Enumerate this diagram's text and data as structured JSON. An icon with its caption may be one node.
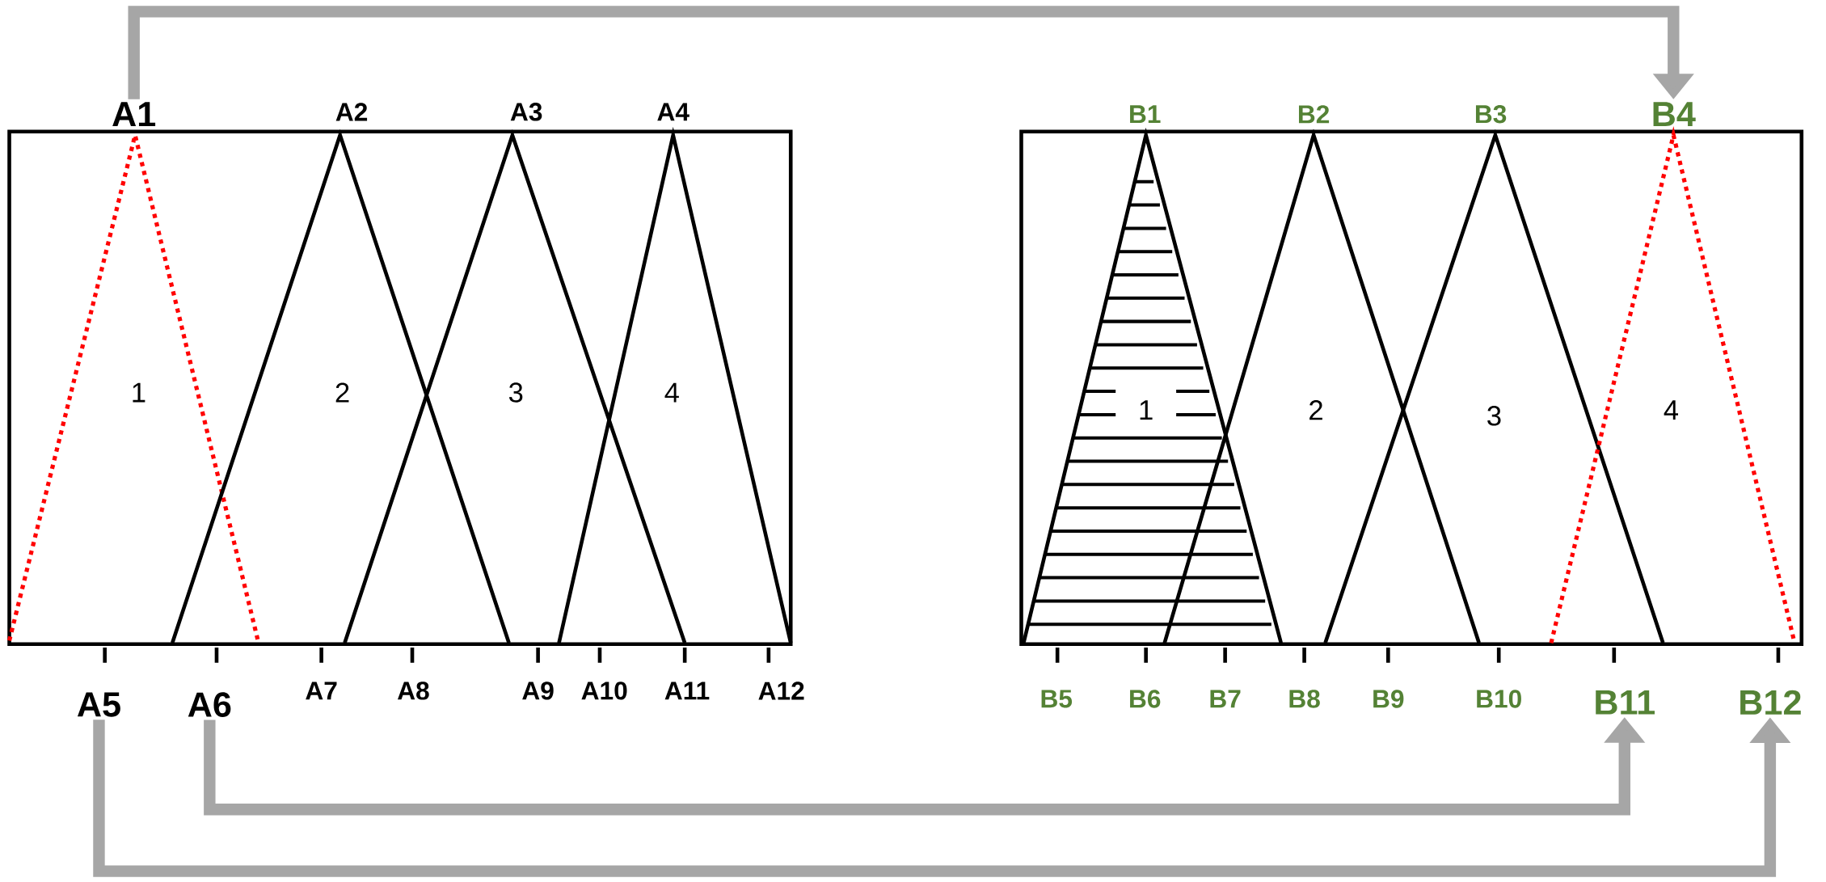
{
  "diagram": {
    "nodes": [
      {
        "text": [
          "A1"
        ]
      },
      {
        "text": [
          "B4"
        ]
      },
      {
        "text": [
          "A6"
        ]
      },
      {
        "text": [
          "B11"
        ]
      },
      {
        "text": [
          "A5"
        ]
      },
      {
        "text": [
          "B12"
        ]
      },
      {
        "text": [
          "1"
        ]
      },
      {
        "text": [
          "2"
        ]
      },
      {
        "text": [
          "3"
        ]
      },
      {
        "text": [
          "4"
        ]
      },
      {
        "text": [
          "1"
        ]
      },
      {
        "text": [
          "2"
        ]
      },
      {
        "text": [
          "3"
        ]
      },
      {
        "text": [
          "4"
        ]
      }
    ],
    "edges": [
      {
        "from": 0,
        "to": 1,
        "arrow": "to"
      },
      {
        "from": 2,
        "to": 3,
        "arrow": "to"
      },
      {
        "from": 4,
        "to": 5,
        "arrow": "to"
      }
    ],
    "labels": [
      "A2",
      "A3",
      "A4",
      "B1",
      "B2",
      "B3",
      "A7",
      "A8",
      "A9",
      "A10",
      "A11",
      "A12",
      "B5",
      "B6",
      "B7",
      "B8",
      "B9",
      "B10"
    ]
  }
}
